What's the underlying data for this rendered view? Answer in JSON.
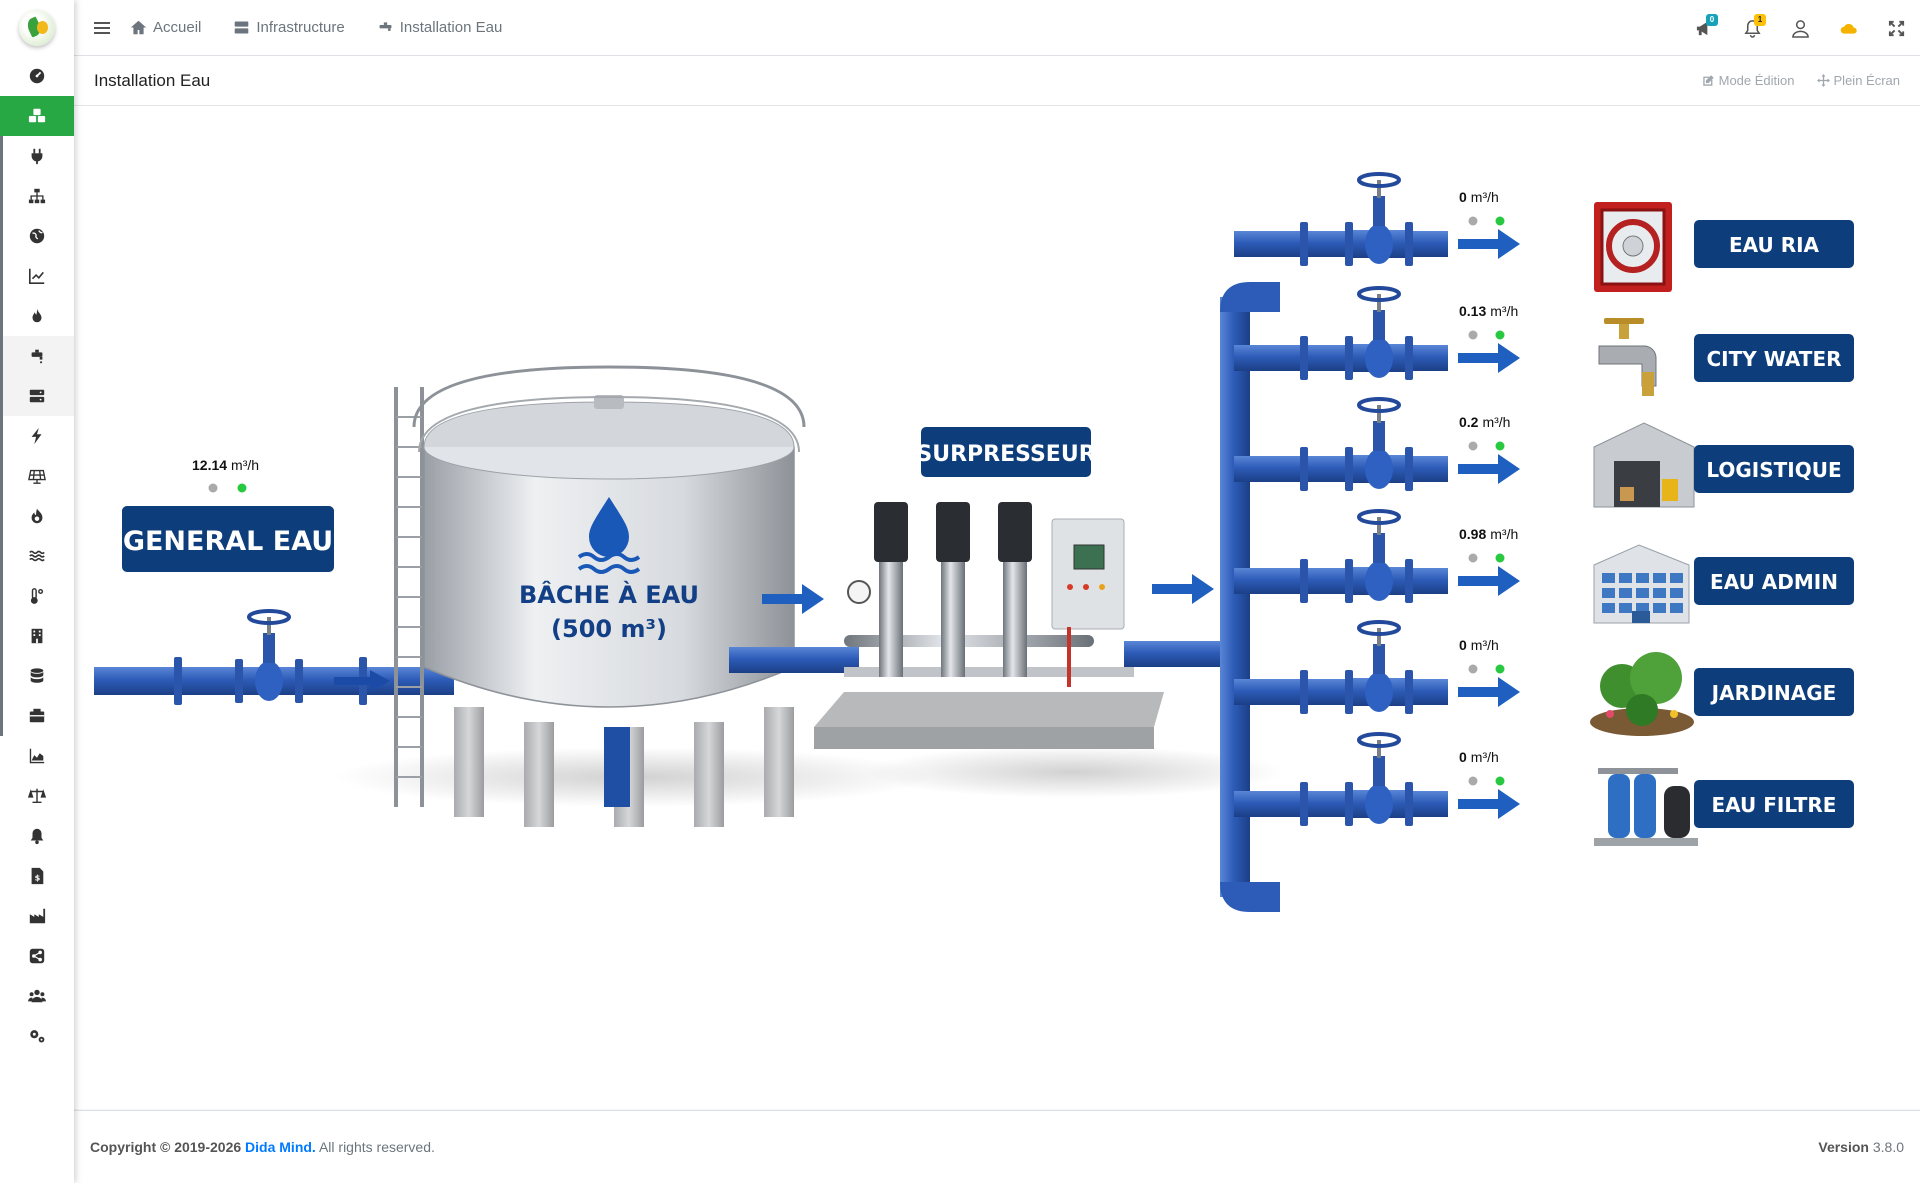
{
  "nav": {
    "breadcrumbs": [
      {
        "label": "Accueil",
        "icon": "home-icon"
      },
      {
        "label": "Infrastructure",
        "icon": "server-icon"
      },
      {
        "label": "Installation Eau",
        "icon": "faucet-icon"
      }
    ],
    "badges": {
      "messages": "0",
      "notifications": "1"
    }
  },
  "card": {
    "title": "Installation Eau",
    "edit_label": "Mode Édition",
    "fullscreen_label": "Plein Écran"
  },
  "diagram": {
    "source": {
      "label": "GENERAL EAU",
      "flow_value": "12.14",
      "unit": "m³/h"
    },
    "tank": {
      "line1": "BÂCHE À EAU",
      "line2": "(500 m³)"
    },
    "booster": {
      "label": "SURPRESSEUR"
    },
    "outlets": [
      {
        "label": "EAU RIA",
        "flow_value": "0",
        "unit": "m³/h",
        "icon": "fire-hose-cabinet-icon"
      },
      {
        "label": "CITY WATER",
        "flow_value": "0.13",
        "unit": "m³/h",
        "icon": "faucet-icon"
      },
      {
        "label": "LOGISTIQUE",
        "flow_value": "0.2",
        "unit": "m³/h",
        "icon": "warehouse-icon"
      },
      {
        "label": "EAU ADMIN",
        "flow_value": "0.98",
        "unit": "m³/h",
        "icon": "office-building-icon"
      },
      {
        "label": "JARDINAGE",
        "flow_value": "0",
        "unit": "m³/h",
        "icon": "garden-icon"
      },
      {
        "label": "EAU FILTRE",
        "flow_value": "0",
        "unit": "m³/h",
        "icon": "water-filter-icon"
      }
    ],
    "colors": {
      "pipe": "#2d5cb8",
      "label_bg": "#0d3d7a",
      "status_ok": "#28c840",
      "arrow": "#1f5fbf"
    }
  },
  "footer": {
    "copyright": "Copyright © 2019-2026",
    "brand": "Dida Mind.",
    "rights": "All rights reserved.",
    "version_label": "Version",
    "version": "3.8.0"
  }
}
